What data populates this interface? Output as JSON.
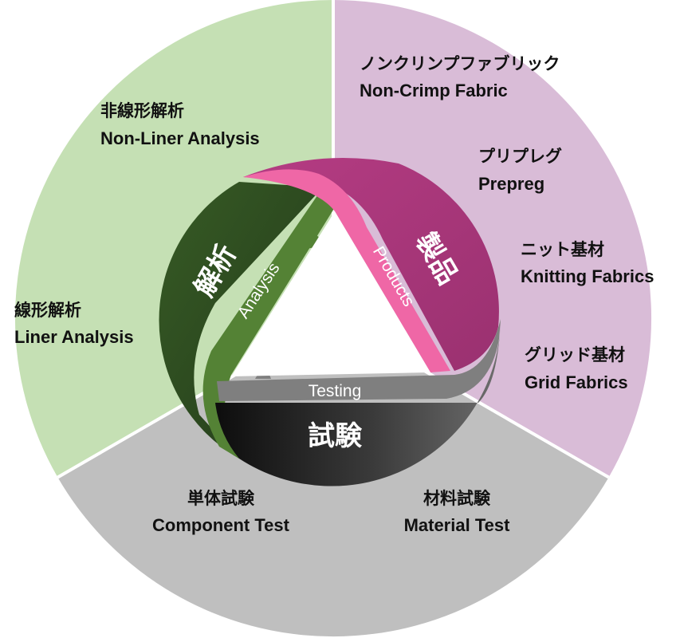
{
  "colors": {
    "analysis_sector": "#c5e0b4",
    "products_sector": "#d9bcd7",
    "testing_sector": "#bfbfbf",
    "analysis_dark": "#2e4d1f",
    "analysis_band": "#548235",
    "products_dark": "#a9377a",
    "products_band": "#ef67a6",
    "testing_dark": "#262626",
    "testing_band": "#7f7f7f"
  },
  "sectors": {
    "analysis": {
      "items": [
        {
          "jp": "非線形解析",
          "en": "Non-Liner Analysis"
        },
        {
          "jp": "線形解析",
          "en": "Liner Analysis"
        }
      ]
    },
    "products": {
      "items": [
        {
          "jp": "ノンクリンプファブリック",
          "en": "Non-Crimp Fabric"
        },
        {
          "jp": "プリプレグ",
          "en": "Prepreg"
        },
        {
          "jp": "ニット基材",
          "en": "Knitting Fabrics"
        },
        {
          "jp": "グリッド基材",
          "en": "Grid Fabrics"
        }
      ]
    },
    "testing": {
      "items": [
        {
          "jp": "単体試験",
          "en": "Component Test"
        },
        {
          "jp": "材料試験",
          "en": "Material Test"
        }
      ]
    }
  },
  "cycle": {
    "analysis": {
      "jp": "解析",
      "en": "Analysis"
    },
    "products": {
      "jp": "製品",
      "en": "Products"
    },
    "testing": {
      "jp": "試験",
      "en": "Testing"
    }
  }
}
